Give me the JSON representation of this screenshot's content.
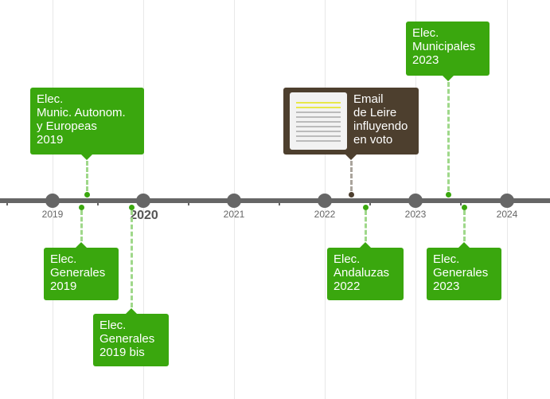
{
  "axis": {
    "years": [
      "2019",
      "2020",
      "2021",
      "2022",
      "2023",
      "2024"
    ],
    "major_year": "2020"
  },
  "events": [
    {
      "id": "munic-2019",
      "lines": [
        "Elec.",
        "Munic. Autonom.",
        "y Europeas",
        "2019"
      ],
      "color": "#3aa70e"
    },
    {
      "id": "generales-2019",
      "lines": [
        "Elec.",
        "Generales",
        "2019"
      ],
      "color": "#3aa70e"
    },
    {
      "id": "generales-2019-bis",
      "lines": [
        "Elec.",
        "Generales",
        "2019 bis"
      ],
      "color": "#3aa70e"
    },
    {
      "id": "email-leire",
      "lines": [
        "Email",
        "de Leire",
        "influyendo",
        "en voto"
      ],
      "color": "#4d3f2e",
      "has_thumbnail": true
    },
    {
      "id": "municipales-2023",
      "lines": [
        "Elec.",
        "Municipales",
        "2023"
      ],
      "color": "#3aa70e"
    },
    {
      "id": "andaluzas-2022",
      "lines": [
        "Elec.",
        "Andaluzas",
        "2022"
      ],
      "color": "#3aa70e"
    },
    {
      "id": "generales-2023",
      "lines": [
        "Elec.",
        "Generales",
        "2023"
      ],
      "color": "#3aa70e"
    }
  ]
}
